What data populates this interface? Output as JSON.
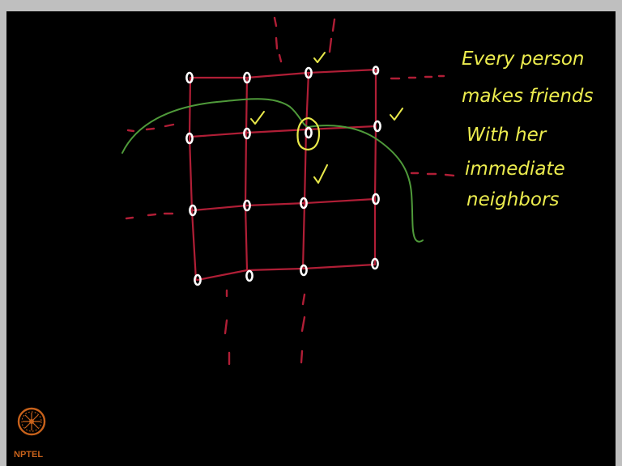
{
  "annotation": {
    "lines": [
      "Every person",
      "makes friends",
      "With her",
      "immediate",
      "neighbors"
    ]
  },
  "logo": {
    "text": "NPTEL"
  },
  "colors": {
    "background": "#000000",
    "frame": "#bfbfbf",
    "grid": "#b01e36",
    "node": "#ffffff",
    "check": "#e8e84a",
    "highlight": "#e8e84a",
    "boundary": "#4f9a3a",
    "note": "#ecec4e",
    "logo": "#c8621b"
  },
  "icons": {
    "logo": "nptel-wheel-icon",
    "check": "check-mark-icon"
  }
}
